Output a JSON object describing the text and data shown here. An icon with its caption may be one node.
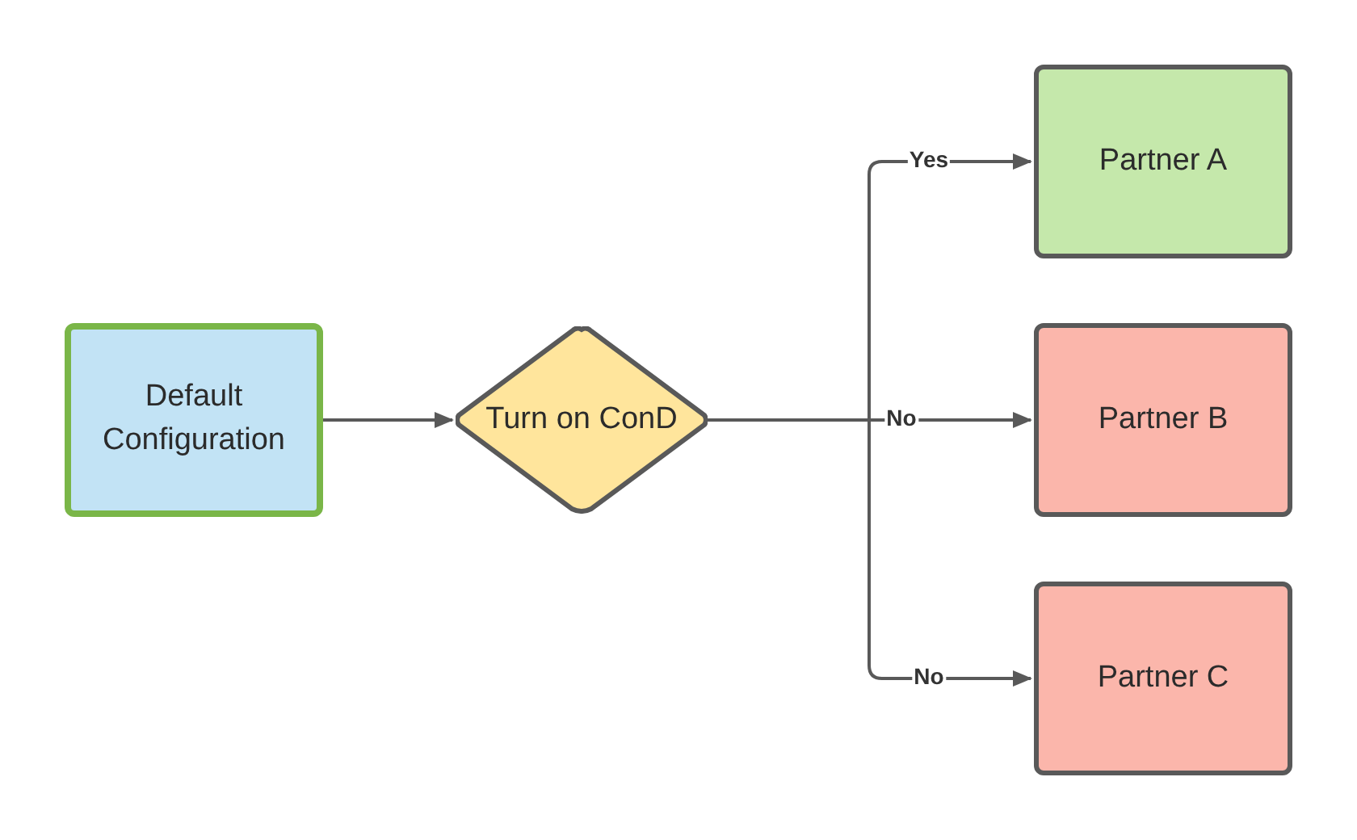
{
  "diagram": {
    "nodes": [
      {
        "text": [
          "Default Configuration"
        ]
      },
      {
        "text": [
          "Turn on ConD"
        ]
      },
      {
        "text": [
          "Partner A"
        ]
      },
      {
        "text": [
          "Partner B"
        ]
      },
      {
        "text": [
          "Partner C"
        ]
      }
    ],
    "edges": [
      {
        "from": 0,
        "to": 1,
        "arrow": "to"
      },
      {
        "from": 1,
        "to": 2,
        "arrow": "to",
        "label": "Yes"
      },
      {
        "from": 1,
        "to": 3,
        "arrow": "to",
        "label": "No"
      },
      {
        "from": 1,
        "to": 4,
        "arrow": "to",
        "label": "No"
      }
    ]
  }
}
